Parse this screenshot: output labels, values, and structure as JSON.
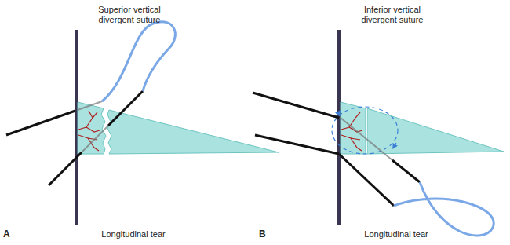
{
  "diagram": {
    "labels": [
      "Superior vertical divergent suture",
      "Inferior vertical divergent suture",
      "A",
      "Longitudinal tear",
      "B",
      "Longitudinal tear"
    ]
  }
}
